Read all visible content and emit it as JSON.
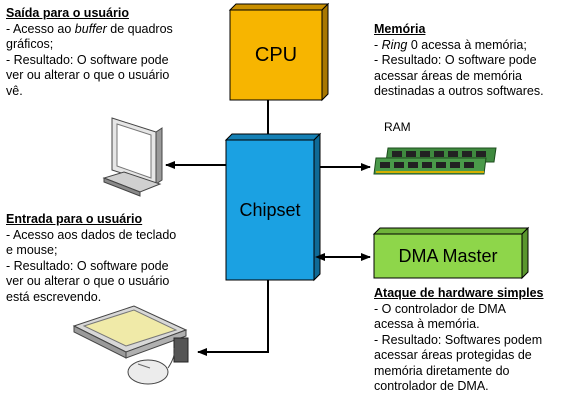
{
  "cpu": {
    "label": "CPU",
    "color": "#f7b500"
  },
  "chipset": {
    "label": "Chipset",
    "color": "#1ba1e2"
  },
  "dma": {
    "label": "DMA Master",
    "color": "#8ed64a"
  },
  "ram": {
    "label": "RAM"
  },
  "output_user": {
    "title": "Saída para o usuário",
    "lines": [
      "- Acesso ao ",
      "buffer",
      " de quadros",
      "gráficos;",
      "- Resultado: O software pode",
      "ver ou alterar o que o usuário",
      "vê."
    ]
  },
  "memory": {
    "title": "Memória",
    "lines": [
      "- ",
      "Ring",
      " 0 acessa à memória;",
      "- Resultado: O software pode",
      "acessar áreas de memória",
      "destinadas a outros softwares."
    ]
  },
  "input_user": {
    "title": "Entrada para o usuário",
    "lines": [
      "- Acesso aos dados de teclado",
      "e mouse;",
      "- Resultado: O software pode",
      "ver ou alterar o que o usuário",
      "está escrevendo."
    ]
  },
  "dma_attack": {
    "title": "Ataque de hardware simples",
    "lines": [
      "- O controlador de DMA",
      "acessa à memória.",
      "- Resultado: Softwares podem",
      "acessar áreas protegidas de",
      "memória diretamente do",
      "controlador de DMA."
    ]
  }
}
